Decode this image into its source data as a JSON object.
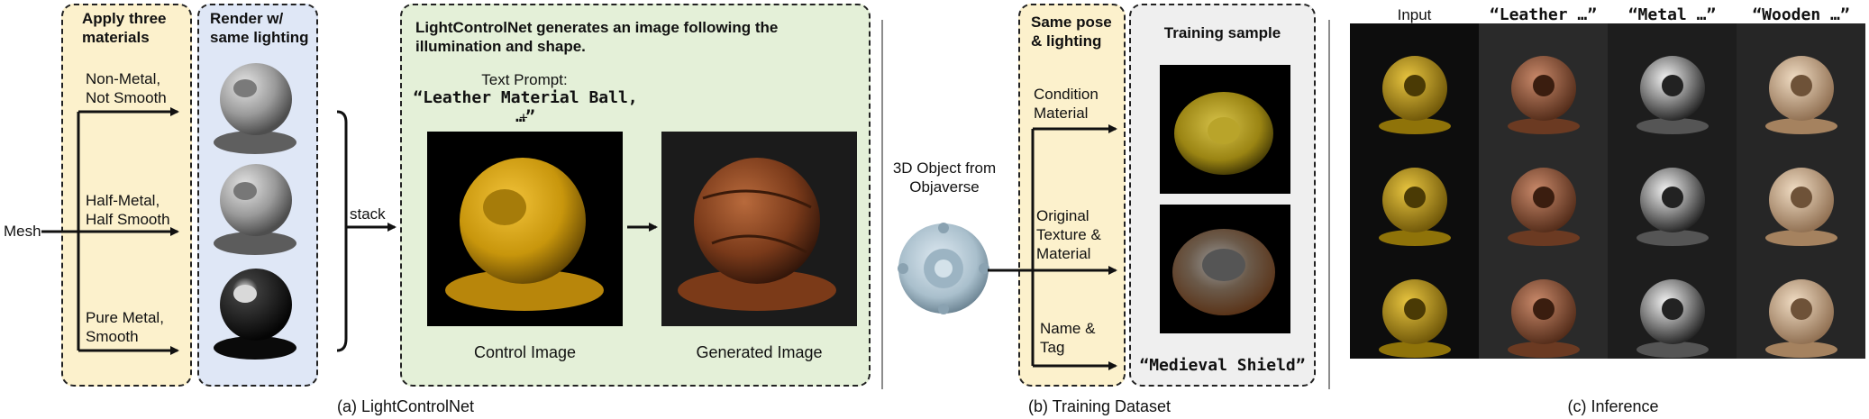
{
  "colors": {
    "yellow_fill": "#fcf1cc",
    "blue_fill": "#dfe7f6",
    "green_fill": "#e4f0d8",
    "gray_fill": "#efefef",
    "line": "#111111",
    "divider": "#8c8c8c"
  },
  "part_a": {
    "mesh_label": "Mesh",
    "box1_title": "Apply three materials",
    "materials": [
      "Non-Metal, Not Smooth",
      "Half-Metal, Half Smooth",
      "Pure Metal, Smooth"
    ],
    "box2_title": "Render w/ same lighting",
    "stack_label": "stack",
    "green_title": "LightControlNet generates an image following the illumination and shape.",
    "prompt_label": "Text Prompt:",
    "prompt_text": "“Leather Material Ball, …”",
    "plus": "+",
    "control_caption": "Control Image",
    "generated_caption": "Generated Image",
    "caption": "(a) LightControlNet"
  },
  "part_b": {
    "object_label": "3D Object from Objaverse",
    "box_title": "Same pose & lighting",
    "branches": [
      "Condition Material",
      "Original Texture & Material",
      "Name & Tag"
    ],
    "sample_title": "Training sample",
    "sample_text": "“Medieval Shield”",
    "caption": "(b) Training Dataset"
  },
  "part_c": {
    "columns": [
      "Input",
      "“Leather …”",
      "“Metal …”",
      "“Wooden …”"
    ],
    "caption": "(c) Inference"
  }
}
